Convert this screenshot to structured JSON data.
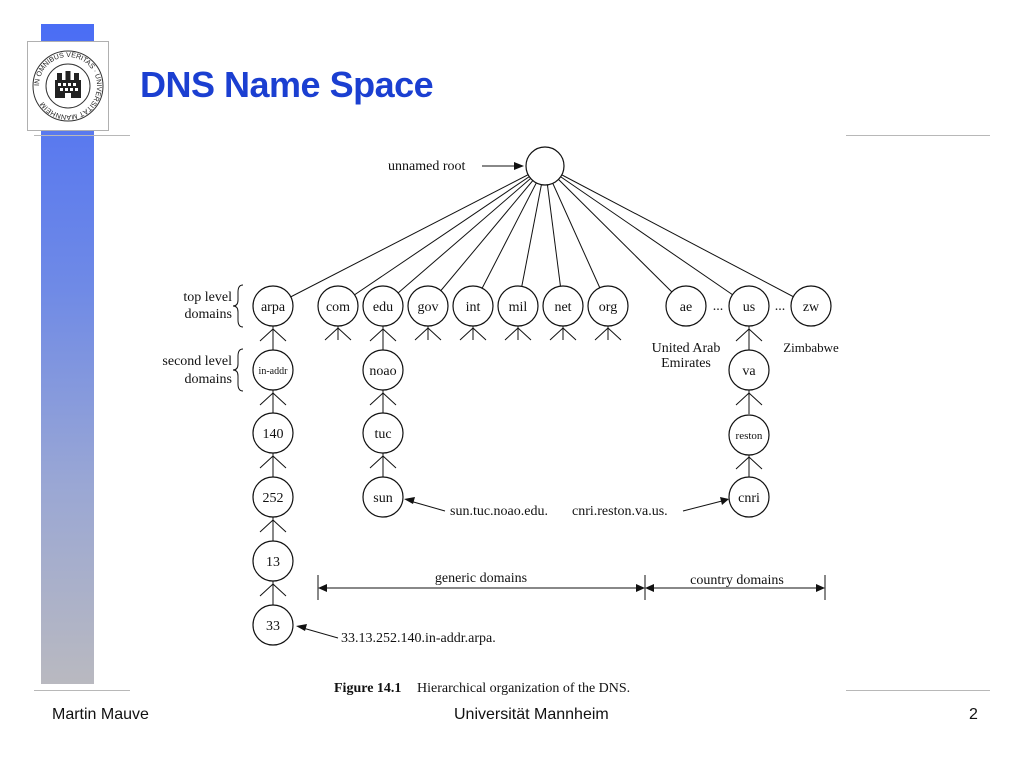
{
  "slide": {
    "title": "DNS Name Space",
    "footer_author": "Martin Mauve",
    "footer_institution": "Universität Mannheim",
    "page_number": "2",
    "accent_color": "#1b3fd1"
  },
  "logo": {
    "ring_text": "IN OMNIBUS VERITAS · UNIVERSITÄT MANNHEIM"
  },
  "figure": {
    "root_label": "unnamed root",
    "top_level_label_line1": "top level",
    "top_level_label_line2": "domains",
    "second_level_label_line1": "second level",
    "second_level_label_line2": "domains",
    "tld": [
      "arpa",
      "com",
      "edu",
      "gov",
      "int",
      "mil",
      "net",
      "org",
      "ae",
      "us",
      "zw"
    ],
    "ellipsis": "...",
    "ae_caption_line1": "United Arab",
    "ae_caption_line2": "Emirates",
    "zw_caption": "Zimbabwe",
    "arpa_chain": [
      "in-addr",
      "140",
      "252",
      "13",
      "33"
    ],
    "edu_chain": [
      "noao",
      "tuc",
      "sun"
    ],
    "us_chain": [
      "va",
      "reston",
      "cnri"
    ],
    "fqdn_sun": "sun.tuc.noao.edu.",
    "fqdn_cnri": "cnri.reston.va.us.",
    "fqdn_reverse": "33.13.252.140.in-addr.arpa.",
    "generic_domains": "generic domains",
    "country_domains": "country domains",
    "caption_label": "Figure 14.1",
    "caption_text": "Hierarchical organization of the DNS."
  }
}
